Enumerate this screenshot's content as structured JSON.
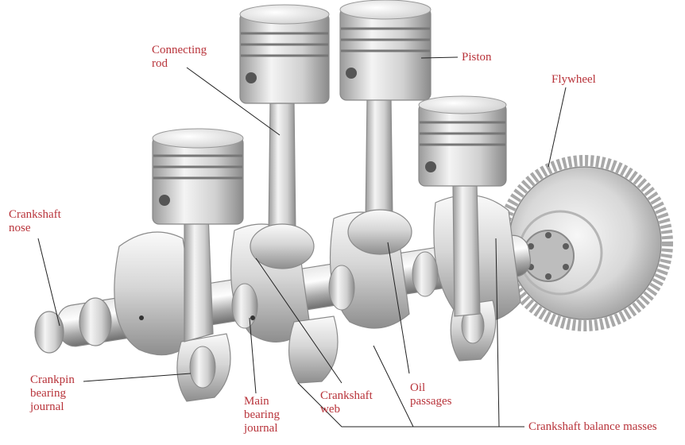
{
  "colors": {
    "label": "#b8333a",
    "leader": "#222222",
    "metal_light": "#f2f2f2",
    "metal_mid": "#c9c9c9",
    "metal_dark": "#8c8c8c",
    "ring_groove": "#7a7a7a"
  },
  "labels": {
    "connecting_rod": "Connecting\nrod",
    "piston": "Piston",
    "flywheel": "Flywheel",
    "crankshaft_nose": "Crankshaft\nnose",
    "crankpin_bearing_journal": "Crankpin\nbearing\njournal",
    "main_bearing_journal": "Main\nbearing\njournal",
    "crankshaft_web": "Crankshaft\nweb",
    "oil_passages": "Oil\npassages",
    "crankshaft_balance_masses": "Crankshaft balance masses"
  }
}
